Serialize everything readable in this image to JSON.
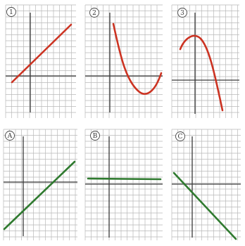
{
  "colors": {
    "top_row_curve": "#cc3322",
    "bottom_row_curve": "#2f7a2f",
    "grid": "#b9b9b9",
    "axis": "#3a3a3a"
  },
  "panels": [
    {
      "id": "1",
      "row": "top",
      "kind": "increasing-line",
      "label": "1"
    },
    {
      "id": "2",
      "row": "top",
      "kind": "decreasing-then-increasing",
      "label": "2"
    },
    {
      "id": "3",
      "row": "top",
      "kind": "increasing-then-decreasing",
      "label": "3"
    },
    {
      "id": "A",
      "row": "bottom",
      "kind": "increasing-line",
      "label": "A"
    },
    {
      "id": "B",
      "row": "bottom",
      "kind": "horizontal-line",
      "label": "B"
    },
    {
      "id": "C",
      "row": "bottom",
      "kind": "decreasing-line",
      "label": "C"
    }
  ]
}
